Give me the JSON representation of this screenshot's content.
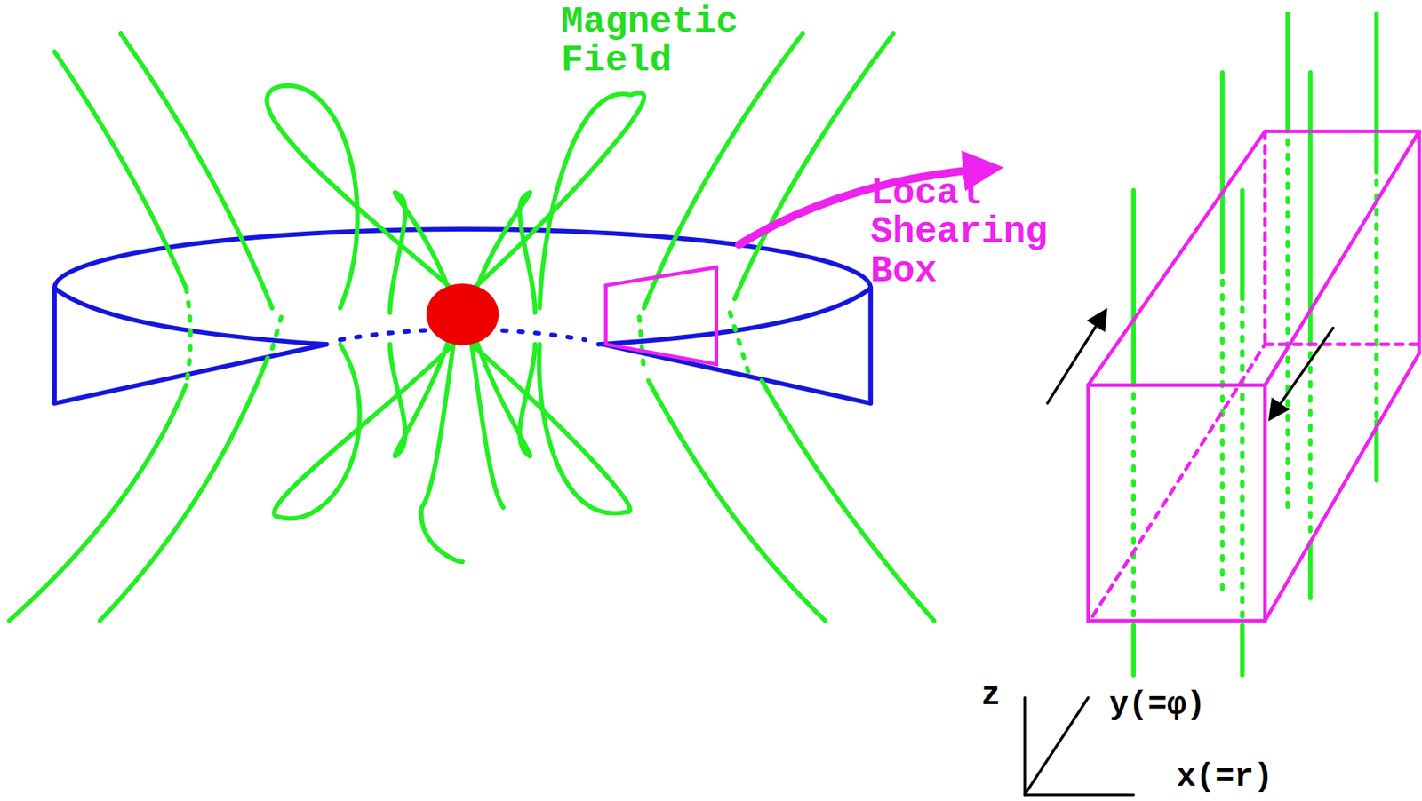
{
  "diagram": {
    "labels": [
      "Magnetic Field",
      "Local Shearing Box",
      "z",
      "y(=φ)",
      "x(=r)"
    ]
  }
}
